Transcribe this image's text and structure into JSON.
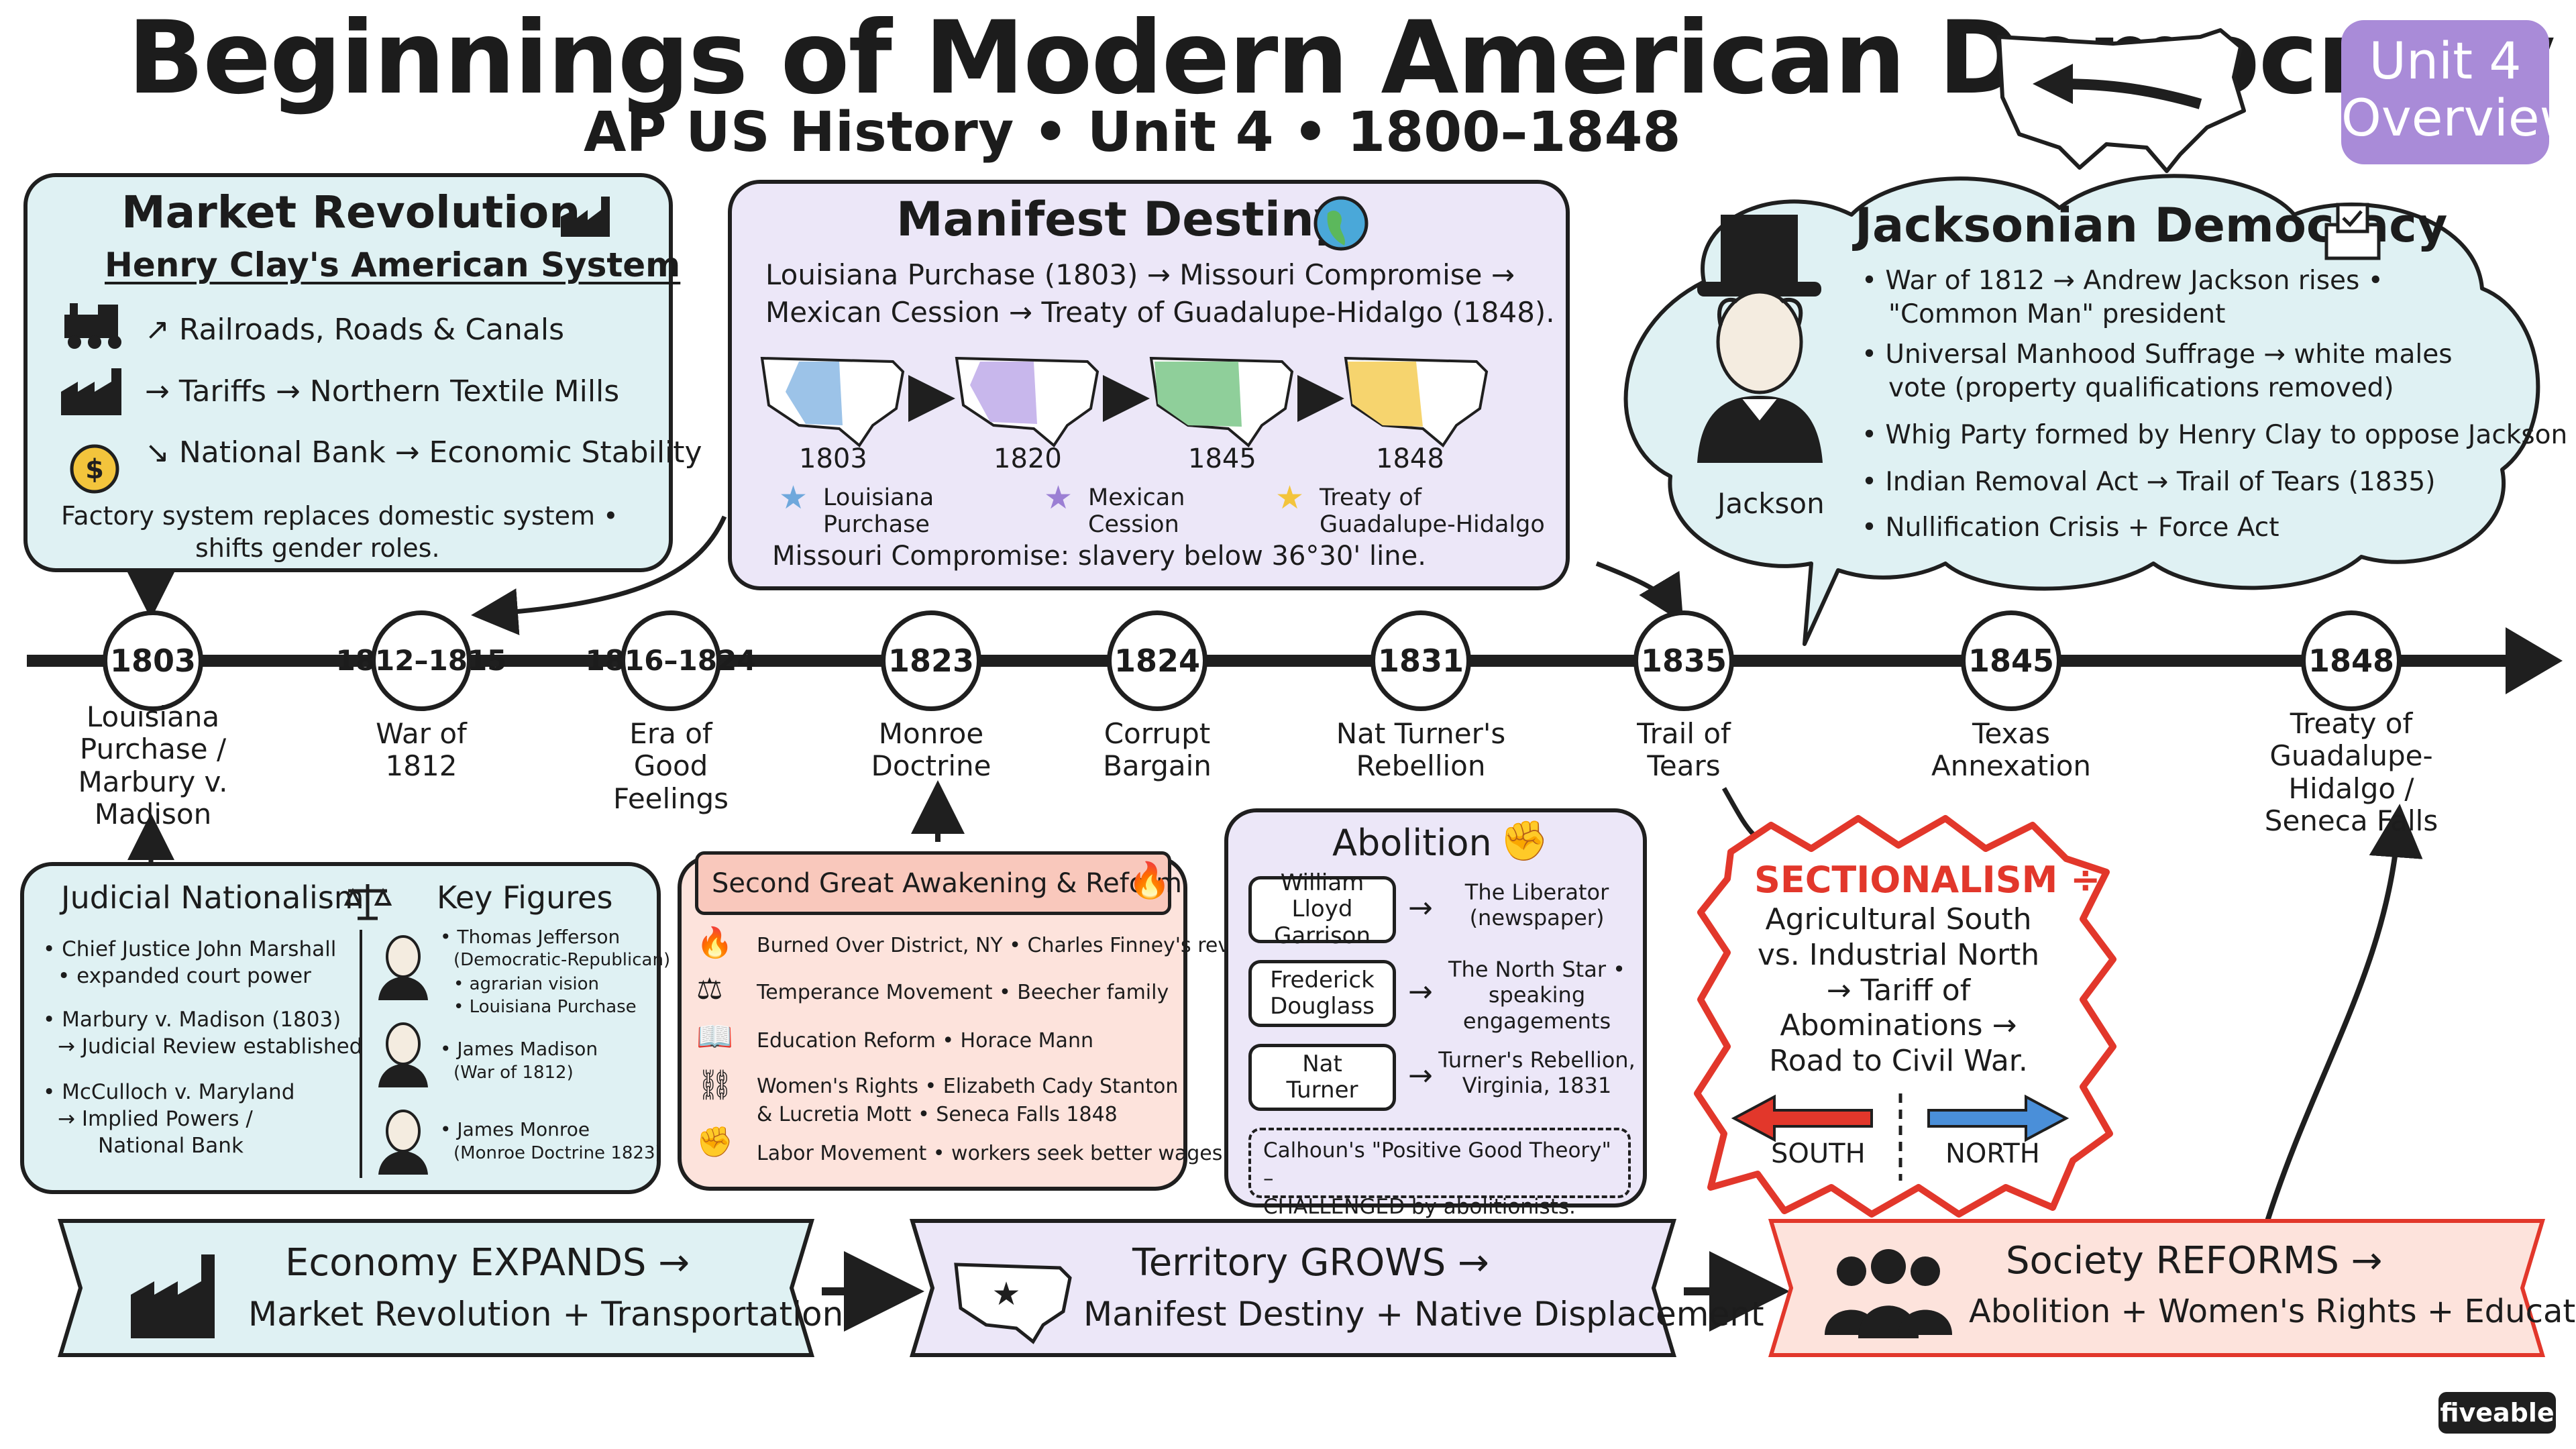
{
  "header": {
    "title": "Beginnings of Modern American Democracy",
    "subtitle": "AP US History • Unit 4 • 1800–1848",
    "badge_line1": "Unit 4",
    "badge_line2": "Overview"
  },
  "colors": {
    "teal_panel": "#dff1f3",
    "lavender_panel": "#ece7f8",
    "salmon_panel": "#fde3dc",
    "badge": "#a98bd8",
    "alert_red": "#e2372b",
    "south_arrow": "#e2372b",
    "north_arrow": "#4a8fd9"
  },
  "market": {
    "title": "Market Revolution",
    "subtitle": "Henry Clay's American System",
    "items": [
      "Railroads, Roads & Canals",
      "Tariffs → Northern Textile Mills",
      "National Bank → Economic Stability"
    ],
    "note_line1": "Factory system replaces domestic system •",
    "note_line2": "shifts gender roles."
  },
  "manifest": {
    "title": "Manifest Destiny",
    "intro_line1": "Louisiana Purchase (1803) → Missouri Compromise →",
    "intro_line2": "Mexican Cession → Treaty of Guadalupe-Hidalgo (1848).",
    "map_years": [
      "1803",
      "1820",
      "1845",
      "1848"
    ],
    "legend": [
      {
        "line1": "Louisiana",
        "line2": "Purchase",
        "color": "#6fa8dc"
      },
      {
        "line1": "Mexican",
        "line2": "Cession",
        "color": "#9b7fd4"
      },
      {
        "line1": "Treaty of",
        "line2": "Guadalupe-Hidalgo",
        "color": "#f3c43c"
      }
    ],
    "footer": "Missouri Compromise: slavery below 36°30' line."
  },
  "jackson": {
    "title": "Jacksonian Democracy",
    "portrait_label": "Jackson",
    "bullets": [
      {
        "line1": "• War of 1812 → Andrew Jackson rises •",
        "line2": "\"Common Man\" president"
      },
      {
        "line1": "• Universal Manhood Suffrage → white males",
        "line2": "vote (property qualifications removed)"
      },
      {
        "line1": "• Whig Party formed by Henry Clay to oppose Jackson",
        "line2": ""
      },
      {
        "line1": "• Indian Removal Act → Trail of Tears (1835)",
        "line2": ""
      },
      {
        "line1": "• Nullification Crisis + Force Act",
        "line2": ""
      }
    ]
  },
  "timeline": [
    {
      "year": "1803",
      "label": [
        "Louisiana",
        "Purchase /",
        "Marbury v.",
        "Madison"
      ]
    },
    {
      "year": "1812–\n1815",
      "label": [
        "War of",
        "1812"
      ]
    },
    {
      "year": "1816–\n1824",
      "label": [
        "Era of",
        "Good",
        "Feelings"
      ]
    },
    {
      "year": "1823",
      "label": [
        "Monroe",
        "Doctrine"
      ]
    },
    {
      "year": "1824",
      "label": [
        "Corrupt",
        "Bargain"
      ]
    },
    {
      "year": "1831",
      "label": [
        "Nat Turner's",
        "Rebellion"
      ]
    },
    {
      "year": "1835",
      "label": [
        "Trail of",
        "Tears"
      ]
    },
    {
      "year": "1845",
      "label": [
        "Texas",
        "Annexation"
      ]
    },
    {
      "year": "1848",
      "label": [
        "Treaty of",
        "Guadalupe-Hidalgo /",
        "Seneca Falls"
      ]
    }
  ],
  "judicial": {
    "title": "Judicial Nationalism",
    "bullets": [
      {
        "line1": "• Chief Justice John Marshall",
        "line2": "• expanded court power",
        "line3": ""
      },
      {
        "line1": "• Marbury v. Madison (1803)",
        "line2": "→ Judicial Review established",
        "line3": ""
      },
      {
        "line1": "• McCulloch v. Maryland",
        "line2": "→ Implied Powers /",
        "line3": "National Bank"
      }
    ],
    "figures_title": "Key Figures",
    "figures": [
      {
        "line1": "• Thomas Jefferson",
        "line2": "(Democratic-Republican)",
        "line3": "• agrarian vision",
        "line4": "• Louisiana Purchase"
      },
      {
        "line1": "• James Madison",
        "line2": "(War of 1812)",
        "line3": "",
        "line4": ""
      },
      {
        "line1": "• James Monroe",
        "line2": "(Monroe Doctrine 1823)",
        "line3": "",
        "line4": ""
      }
    ]
  },
  "awakening": {
    "title": "Second Great Awakening & Reform",
    "items": [
      {
        "line1": "Burned Over District, NY • Charles Finney's revivals",
        "line2": ""
      },
      {
        "line1": "Temperance Movement • Beecher family",
        "line2": ""
      },
      {
        "line1": "Education Reform • Horace Mann",
        "line2": ""
      },
      {
        "line1": "Women's Rights • Elizabeth Cady Stanton",
        "line2": "& Lucretia Mott • Seneca Falls 1848"
      },
      {
        "line1": "Labor Movement • workers seek better wages",
        "line2": ""
      }
    ]
  },
  "abolition": {
    "title": "Abolition",
    "rows": [
      {
        "name_line1": "William Lloyd",
        "name_line2": "Garrison",
        "desc_line1": "The Liberator",
        "desc_line2": "(newspaper)",
        "desc_line3": ""
      },
      {
        "name_line1": "Frederick",
        "name_line2": "Douglass",
        "desc_line1": "The North Star •",
        "desc_line2": "speaking",
        "desc_line3": "engagements"
      },
      {
        "name_line1": "Nat",
        "name_line2": "Turner",
        "desc_line1": "Turner's Rebellion,",
        "desc_line2": "Virginia, 1831",
        "desc_line3": ""
      }
    ],
    "note_line1": "Calhoun's \"Positive Good Theory\" –",
    "note_line2": "CHALLENGED by abolitionists."
  },
  "sectionalism": {
    "title": "SECTIONALISM ÷",
    "lines": [
      "Agricultural South",
      "vs. Industrial North",
      "→ Tariff of",
      "Abominations →",
      "Road to Civil War."
    ],
    "south": "SOUTH",
    "north": "NORTH"
  },
  "banners": [
    {
      "line1": "Economy EXPANDS →",
      "line2": "Market Revolution + Transportation",
      "icon": "factory-icon",
      "color": "#dff1f3"
    },
    {
      "line1": "Territory GROWS →",
      "line2": "Manifest Destiny + Native Displacement",
      "icon": "us-map-star-icon",
      "color": "#ece7f8"
    },
    {
      "line1": "Society REFORMS →",
      "line2": "Abolition + Women's Rights + Education",
      "icon": "people-icon",
      "color": "#fde3dc"
    }
  ],
  "brand": "fiveable"
}
